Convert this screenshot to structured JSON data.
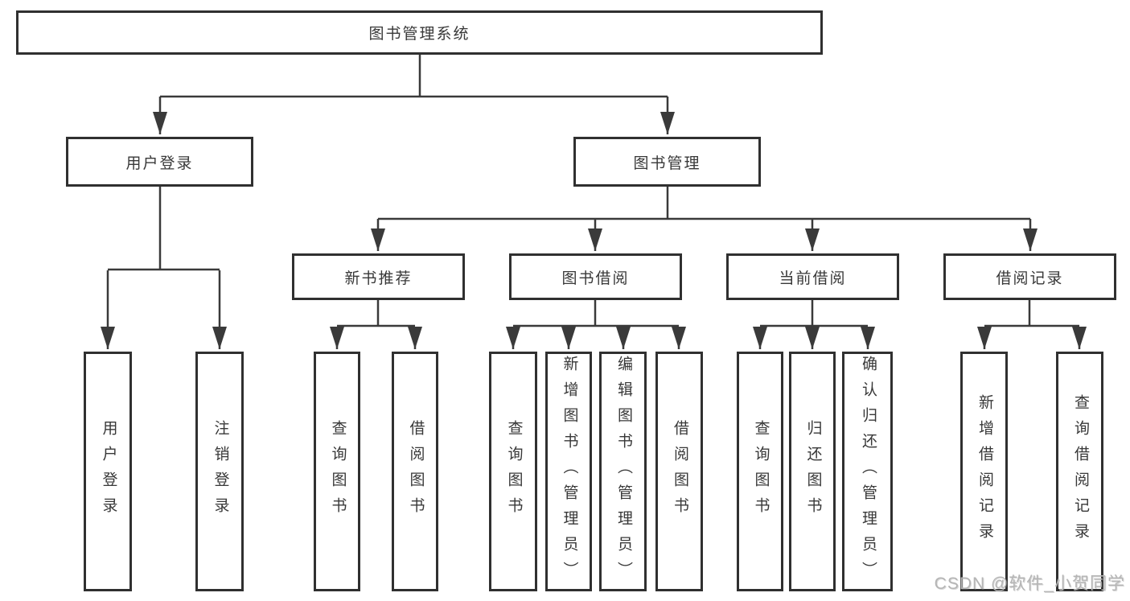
{
  "diagram": {
    "root": {
      "label": "图书管理系统"
    },
    "level2": [
      {
        "label": "用户登录"
      },
      {
        "label": "图书管理"
      }
    ],
    "level3": [
      {
        "label": "新书推荐"
      },
      {
        "label": "图书借阅"
      },
      {
        "label": "当前借阅"
      },
      {
        "label": "借阅记录"
      }
    ],
    "leaves": {
      "user_login": [
        "用户登录",
        "注销登录"
      ],
      "new_book": [
        "查询图书",
        "借阅图书"
      ],
      "book_borrow": [
        "查询图书",
        "新增图书（管理员）",
        "编辑图书（管理员）",
        "借阅图书"
      ],
      "current_borrow": [
        "查询图书",
        "归还图书",
        "确认归还（管理员）"
      ],
      "borrow_records": [
        "新增借阅记录",
        "查询借阅记录"
      ]
    },
    "colors": {
      "line": "#3a3a3a",
      "box_border": "#303030",
      "text": "#383838"
    }
  },
  "watermark": {
    "text": "CSDN @软件_小贺同学",
    "color": "#b5b5b5"
  }
}
